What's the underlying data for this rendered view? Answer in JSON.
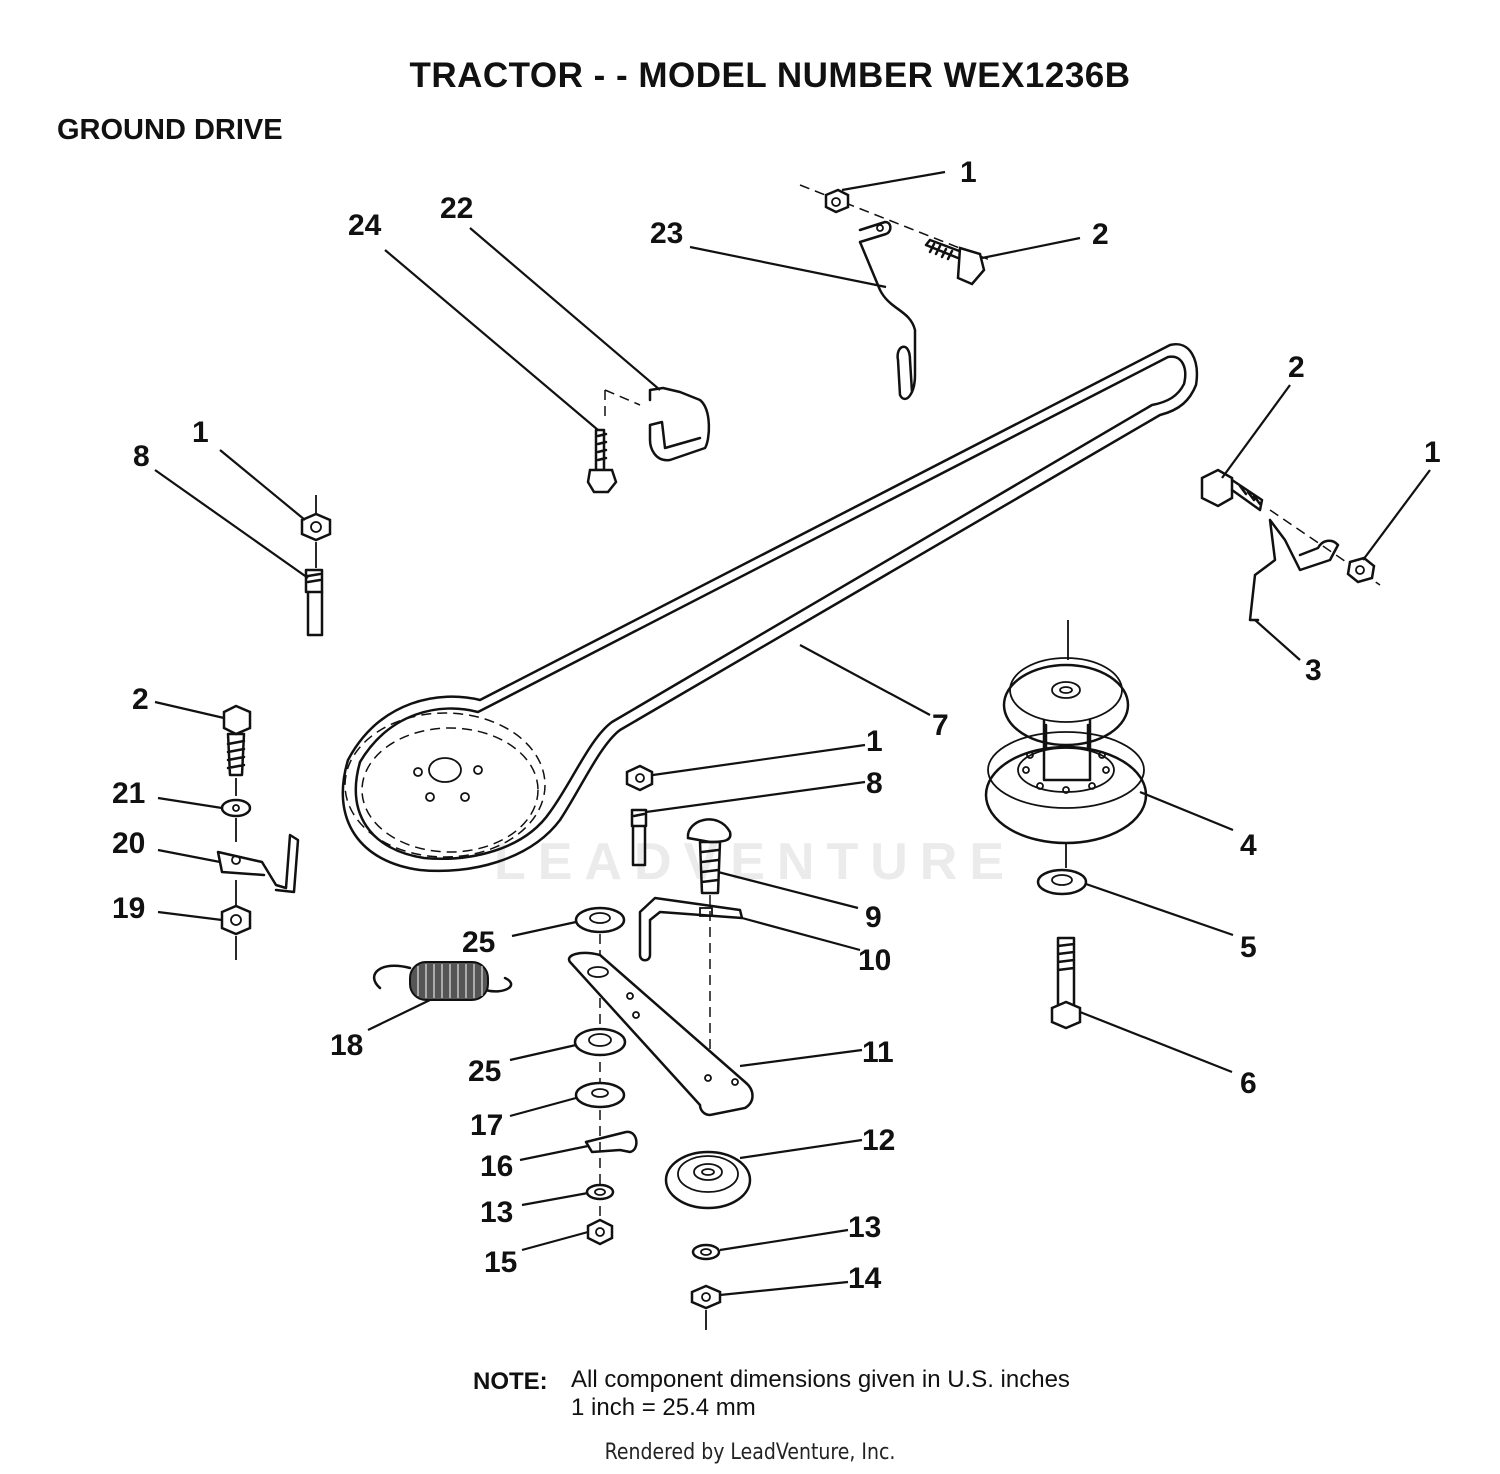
{
  "title": "TRACTOR - - MODEL NUMBER WEX1236B",
  "section": "GROUND DRIVE",
  "watermark": "LEADVENTURE",
  "callouts": [
    "1",
    "1",
    "1",
    "1",
    "2",
    "2",
    "2",
    "3",
    "4",
    "5",
    "6",
    "7",
    "8",
    "8",
    "9",
    "10",
    "11",
    "12",
    "13",
    "13",
    "14",
    "15",
    "16",
    "17",
    "18",
    "19",
    "20",
    "21",
    "22",
    "23",
    "24",
    "25",
    "25"
  ],
  "note": {
    "label": "NOTE:",
    "line1": "All component dimensions given in U.S. inches",
    "line2": "1 inch = 25.4 mm"
  },
  "footer": "Rendered by LeadVenture, Inc."
}
